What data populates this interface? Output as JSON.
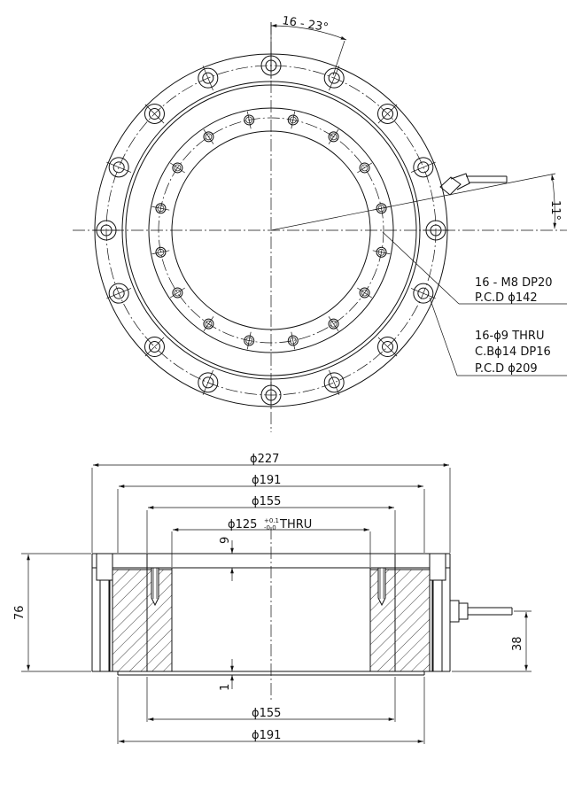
{
  "top_view": {
    "angle_pitch_label": "16 - 23°",
    "angle_cable_label": "11°",
    "callout_inner": {
      "line1": "16 - M8 DP20",
      "line2": "P.C.D ϕ142"
    },
    "callout_outer": {
      "line1": "16-ϕ9 THRU",
      "line2": "C.Bϕ14 DP16",
      "line3": "P.C.D ϕ209"
    }
  },
  "section_view": {
    "dim_d227": "ϕ227",
    "dim_d191_top": "ϕ191",
    "dim_d155_top": "ϕ155",
    "dim_d125_main": "ϕ125",
    "dim_d125_tol_upper": "+0.1",
    "dim_d125_tol_lower": "-0.0",
    "dim_d125_suffix": "THRU",
    "dim_9": "9",
    "dim_76": "76",
    "dim_38": "38",
    "dim_1": "1",
    "dim_d155_bottom": "ϕ155",
    "dim_d191_bottom": "ϕ191"
  }
}
